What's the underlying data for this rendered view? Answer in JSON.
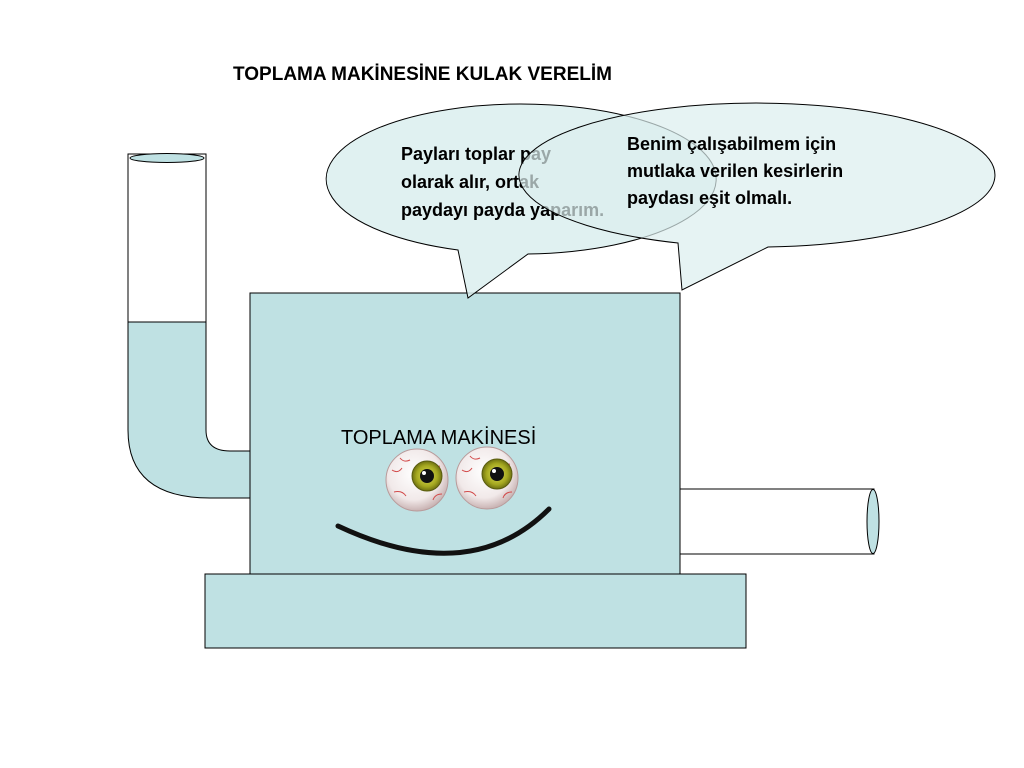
{
  "slide": {
    "title": "TOPLAMA MAKİNESİNE KULAK VERELİM"
  },
  "machine": {
    "label": "TOPLAMA MAKİNESİ"
  },
  "bubbles": [
    {
      "lines": [
        "Payları toplar pay",
        "olarak alır, ortak",
        "paydayı payda yaparım."
      ]
    },
    {
      "lines": [
        "Benim çalışabilmem için",
        "mutlaka verilen kesirlerin",
        "paydası eşit olmalı."
      ]
    }
  ],
  "colors": {
    "machine_fill": "#bfe1e3",
    "bubble_fill": "#dbeeee",
    "outline": "#000000",
    "smile": "#111111",
    "iris": "#a5a820"
  }
}
